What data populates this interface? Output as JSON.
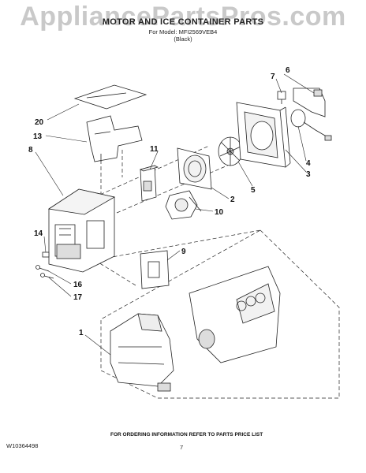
{
  "watermark": "AppliancePartsPros.com",
  "header": {
    "title": "MOTOR AND ICE CONTAINER PARTS",
    "model": "For Model: MFI2569VEB4",
    "variant": "(Black)"
  },
  "callouts": {
    "c1": "1",
    "c2": "2",
    "c3": "3",
    "c4": "4",
    "c5": "5",
    "c6": "6",
    "c7": "7",
    "c8": "8",
    "c9": "9",
    "c10": "10",
    "c11": "11",
    "c13": "13",
    "c14": "14",
    "c16": "16",
    "c17": "17",
    "c20": "20"
  },
  "footer": {
    "ordering_note": "FOR ORDERING INFORMATION REFER TO PARTS PRICE LIST",
    "document_number": "W10364498",
    "page_number": "7"
  }
}
